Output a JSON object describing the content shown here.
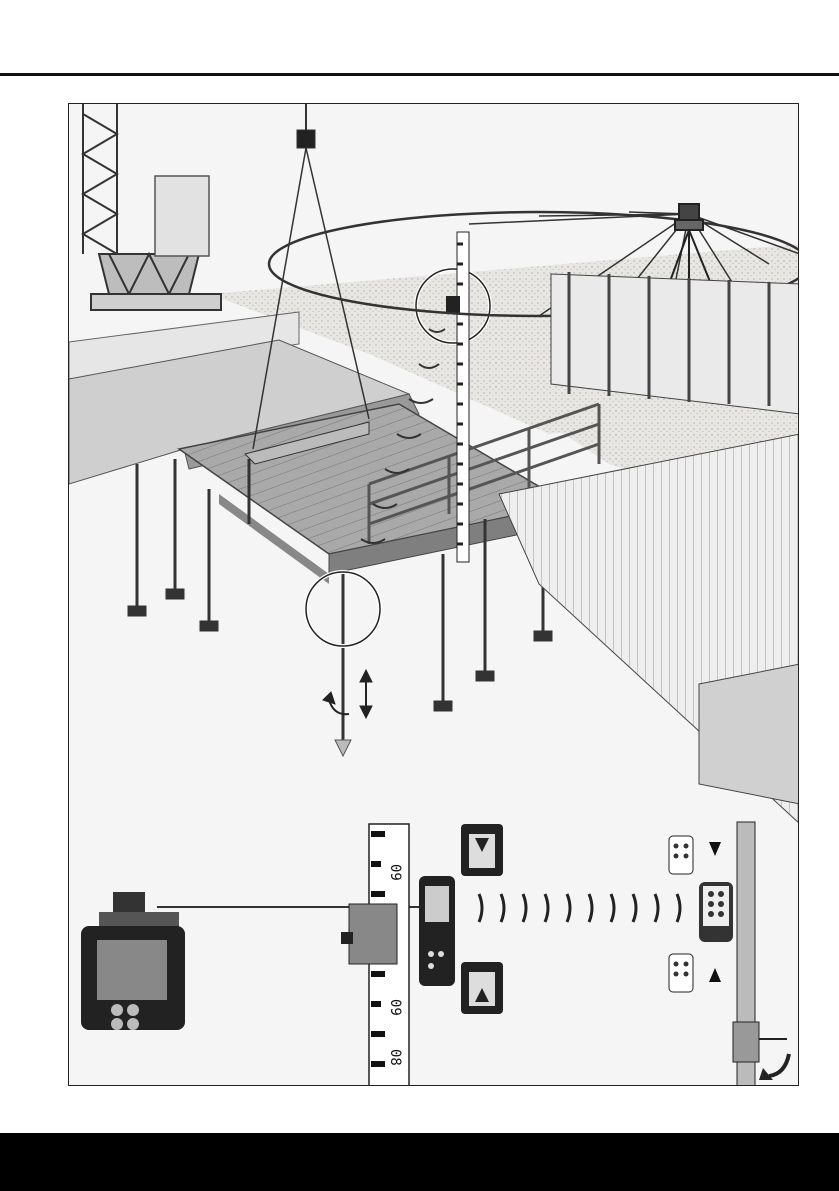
{
  "page": {
    "background": "#ffffff",
    "rule_color": "#111111",
    "footer_color": "#000000"
  },
  "illustration": {
    "scene_icons": [
      "tower-crane-icon",
      "rotating-laser-tripod-icon",
      "laser-receiver-icon",
      "shoring-prop-icon",
      "formwork-deck-icon"
    ],
    "staff_labels": {
      "upper": "09",
      "lower": "09",
      "bottom": "08"
    }
  }
}
